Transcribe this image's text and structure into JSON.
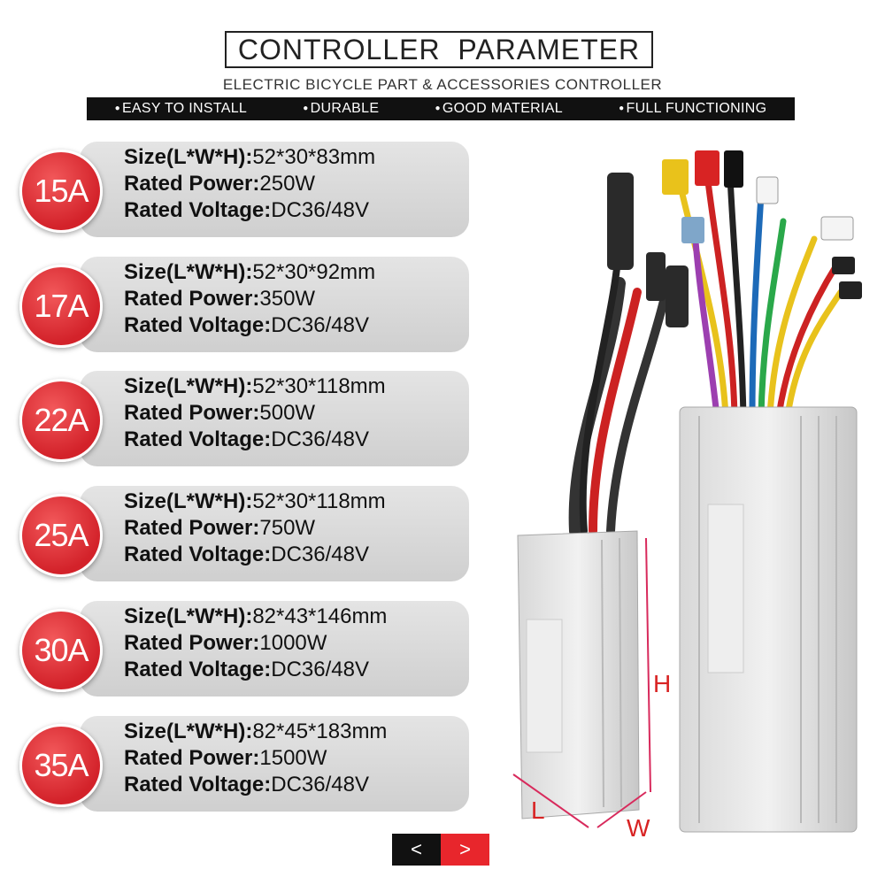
{
  "header": {
    "title": "CONTROLLER  PARAMETER",
    "subtitle": "ELECTRIC BICYCLE PART & ACCESSORIES CONTROLLER",
    "features": [
      "EASY TO INSTALL",
      "DURABLE",
      "GOOD MATERIAL",
      "FULL FUNCTIONING"
    ]
  },
  "labels": {
    "size": "Size(L*W*H):",
    "power": "Rated Power:",
    "voltage": "Rated Voltage:"
  },
  "specs": [
    {
      "amp": "15A",
      "size": "52*30*83mm",
      "power": "250W",
      "voltage": "DC36/48V"
    },
    {
      "amp": "17A",
      "size": "52*30*92mm",
      "power": "350W",
      "voltage": "DC36/48V"
    },
    {
      "amp": "22A",
      "size": "52*30*118mm",
      "power": "500W",
      "voltage": "DC36/48V"
    },
    {
      "amp": "25A",
      "size": "52*30*118mm",
      "power": "750W",
      "voltage": "DC36/48V"
    },
    {
      "amp": "30A",
      "size": "82*43*146mm",
      "power": "1000W",
      "voltage": "DC36/48V"
    },
    {
      "amp": "35A",
      "size": "82*45*183mm",
      "power": "1500W",
      "voltage": "DC36/48V"
    }
  ],
  "dimensions": {
    "l": "L",
    "w": "W",
    "h": "H"
  },
  "pager": {
    "prev": "<",
    "next": ">"
  },
  "colors": {
    "accent": "#e8262c",
    "dark": "#111111",
    "card": "#d9d9d9"
  }
}
